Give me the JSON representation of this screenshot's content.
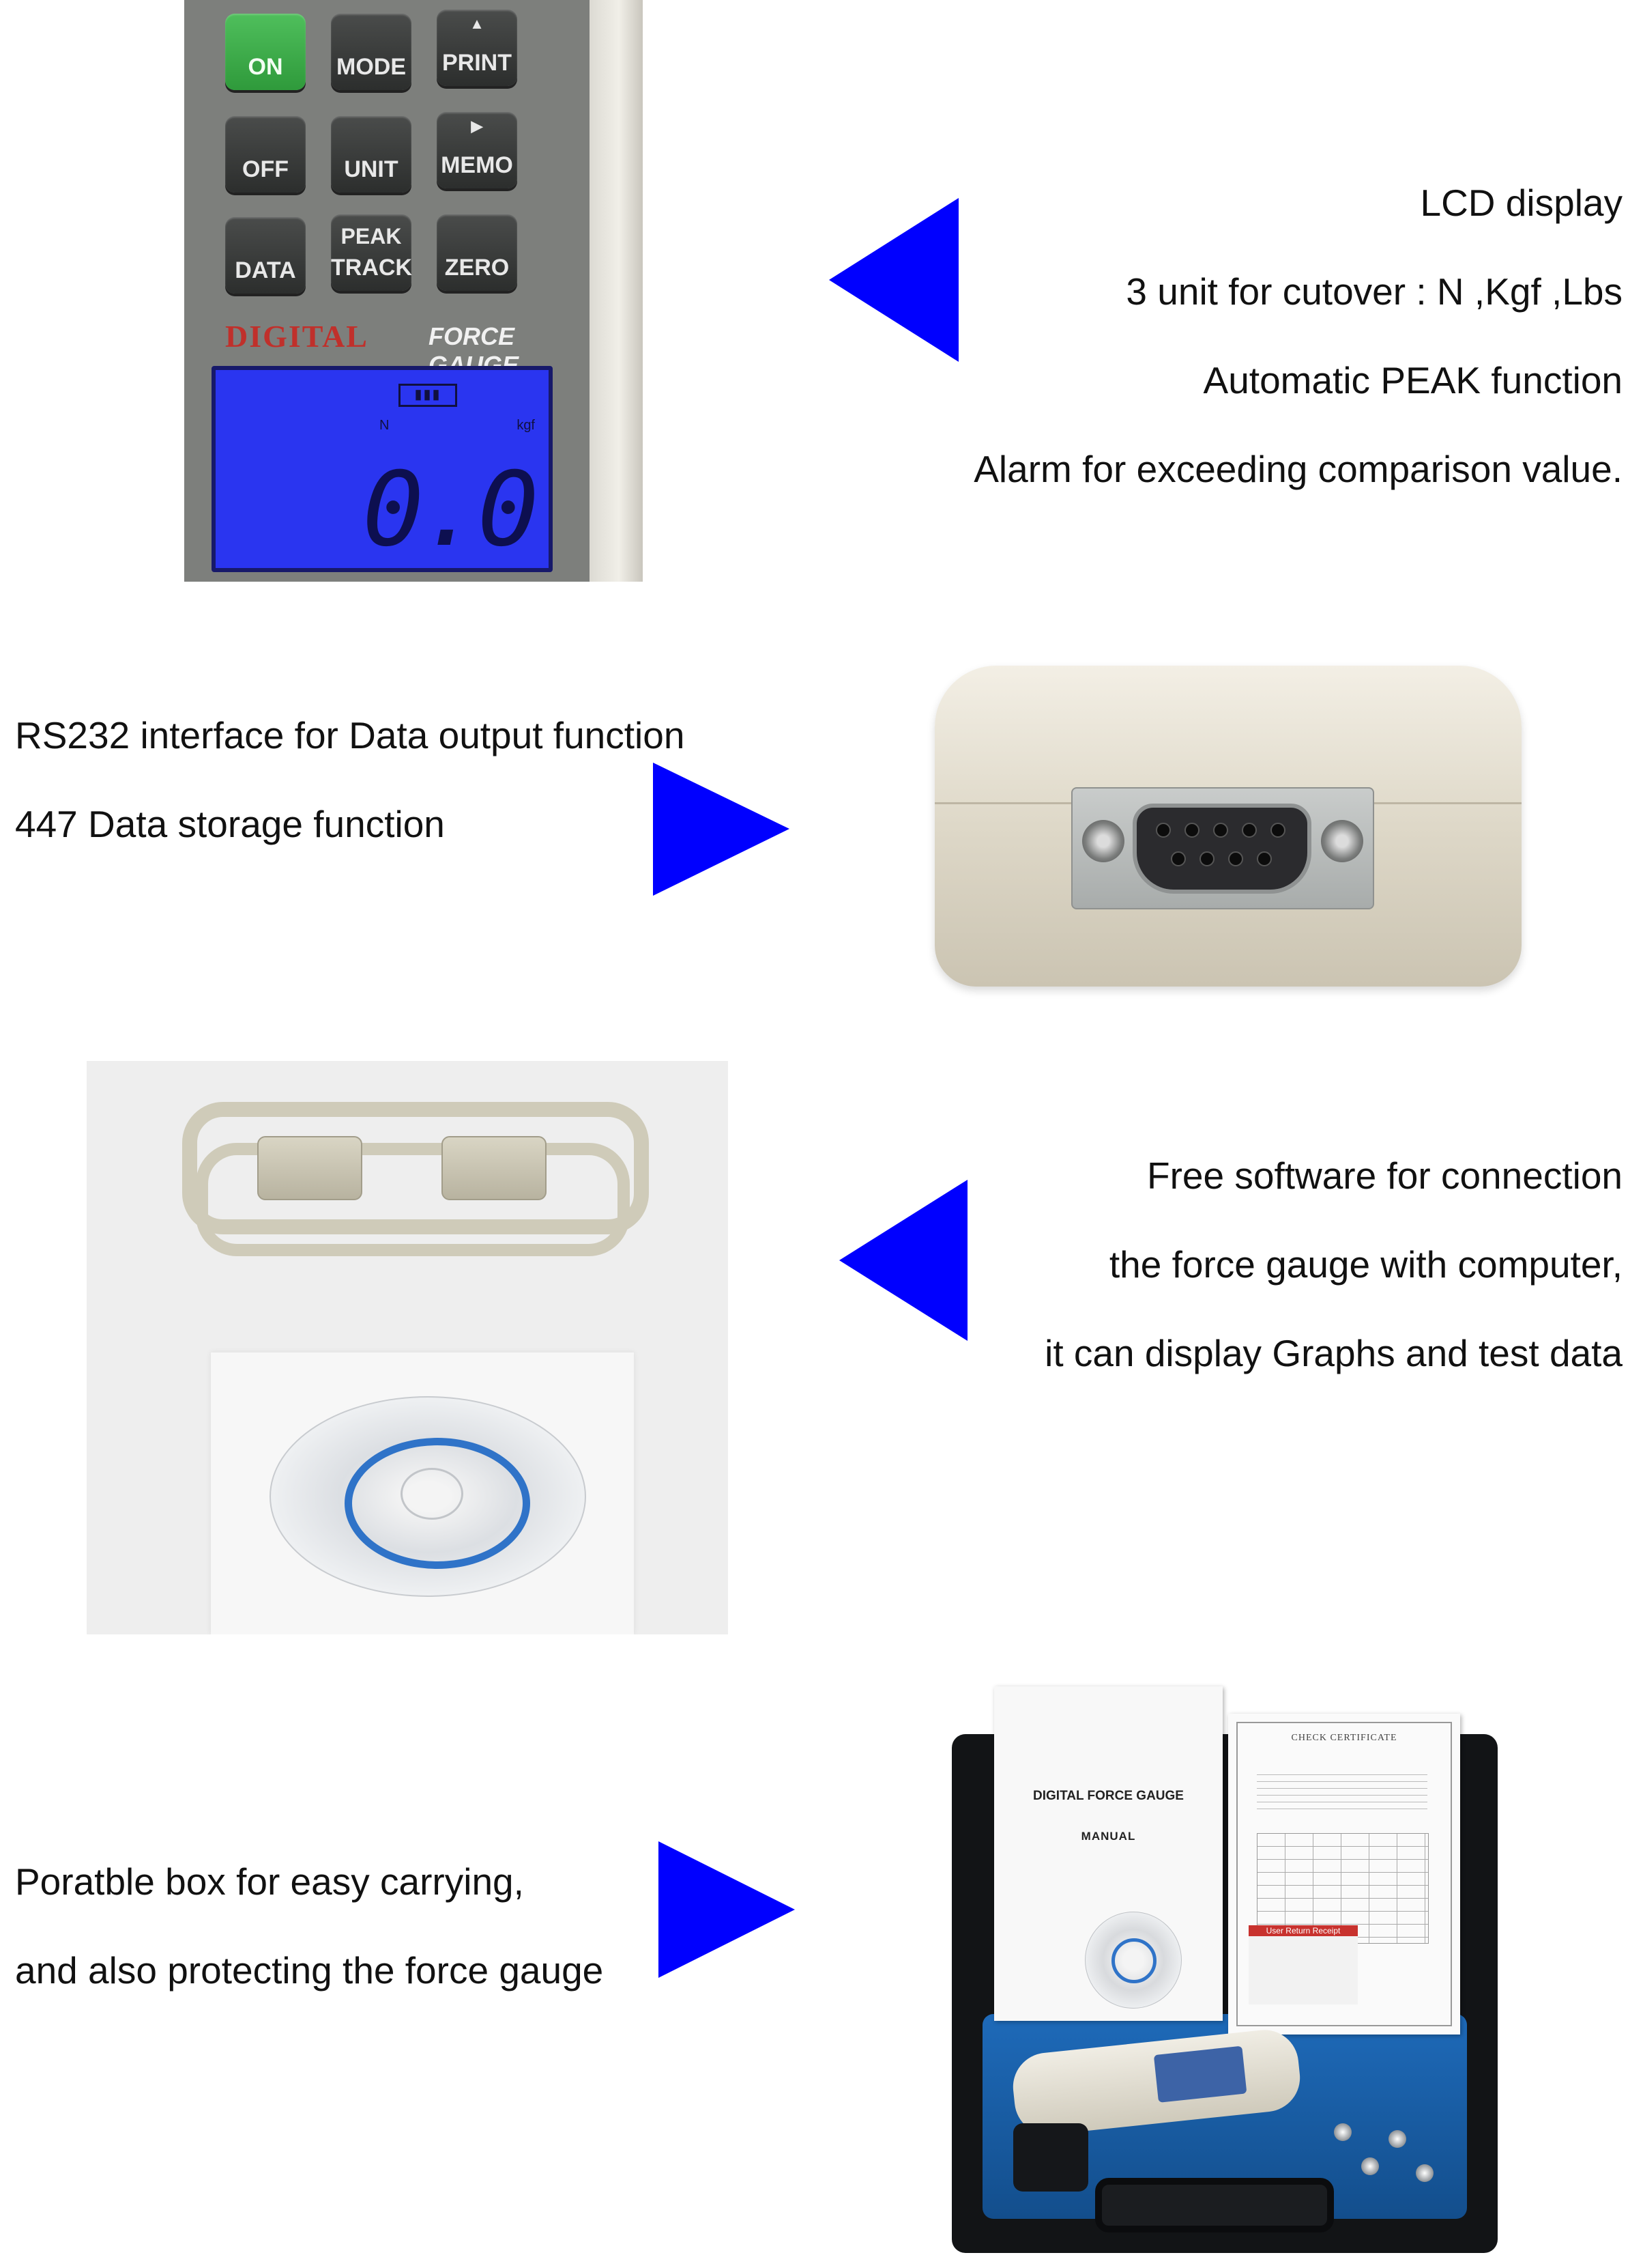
{
  "colors": {
    "arrow": "#0000ff",
    "text": "#111111",
    "background": "#ffffff",
    "lcd_backlight": "#2a35f0",
    "on_key": "#3bb048",
    "brand_red": "#c0302b",
    "foam_blue": "#1e6ab9"
  },
  "gauge_keypad": {
    "keys": [
      {
        "label": "ON",
        "icon": ""
      },
      {
        "label": "MODE",
        "icon": ""
      },
      {
        "label": "PRINT",
        "icon": "▲"
      },
      {
        "label": "OFF",
        "icon": ""
      },
      {
        "label": "UNIT",
        "icon": ""
      },
      {
        "label": "MEMO",
        "icon": "▶"
      },
      {
        "label": "DATA",
        "icon": ""
      },
      {
        "label": "PEAK",
        "label2": "TRACK",
        "icon": ""
      },
      {
        "label": "ZERO",
        "icon": ""
      }
    ],
    "brand": "DIGITAL",
    "product": "FORCE GAUGE",
    "lcd_reading": "0.0",
    "lcd_battery": "▮▮▮",
    "lcd_small_left": "N",
    "lcd_small_right": "kgf"
  },
  "feature_1": {
    "lines": [
      "LCD display",
      "3 unit for cutover : N ,Kgf ,Lbs",
      "Automatic PEAK function",
      "Alarm for exceeding comparison value."
    ]
  },
  "feature_2": {
    "lines": [
      "RS232 interface for Data output function",
      "447 Data storage function"
    ]
  },
  "feature_3": {
    "lines": [
      "Free software for connection",
      "the force gauge with computer,",
      "it can display Graphs and test data"
    ]
  },
  "feature_4": {
    "lines": [
      "Poratble box for easy carrying,",
      "and also protecting the force gauge"
    ]
  },
  "case_photo": {
    "manual_title": "DIGITAL FORCE GAUGE",
    "manual_subtitle": "MANUAL",
    "certificate_title": "CHECK CERTIFICATE",
    "receipt_title": "User Return Receipt"
  }
}
